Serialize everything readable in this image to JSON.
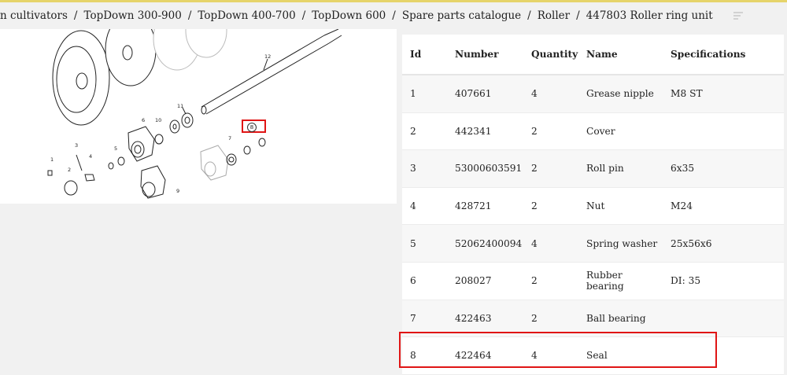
{
  "breadcrumb": [
    "n cultivators",
    "TopDown 300-900",
    "TopDown 400-700",
    "TopDown 600",
    "Spare parts catalogue",
    "Roller",
    "447803 Roller ring unit"
  ],
  "breadcrumb_separator": "/",
  "diagram": {
    "callouts": [
      "1",
      "2",
      "3",
      "4",
      "5",
      "6",
      "7",
      "8",
      "9",
      "10",
      "11",
      "12"
    ],
    "highlighted_callout": "8"
  },
  "table": {
    "headers": [
      "Id",
      "Number",
      "Quantity",
      "Name",
      "Specifications"
    ],
    "rows": [
      {
        "id": "1",
        "number": "407661",
        "quantity": "4",
        "name": "Grease nipple",
        "spec": "M8 ST"
      },
      {
        "id": "2",
        "number": "442341",
        "quantity": "2",
        "name": "Cover",
        "spec": ""
      },
      {
        "id": "3",
        "number": "53000603591",
        "quantity": "2",
        "name": "Roll pin",
        "spec": "6x35"
      },
      {
        "id": "4",
        "number": "428721",
        "quantity": "2",
        "name": "Nut",
        "spec": "M24"
      },
      {
        "id": "5",
        "number": "52062400094",
        "quantity": "4",
        "name": "Spring washer",
        "spec": "25x56x6"
      },
      {
        "id": "6",
        "number": "208027",
        "quantity": "2",
        "name": "Rubber bearing",
        "spec": "DI: 35"
      },
      {
        "id": "7",
        "number": "422463",
        "quantity": "2",
        "name": "Ball bearing",
        "spec": ""
      },
      {
        "id": "8",
        "number": "422464",
        "quantity": "4",
        "name": "Seal",
        "spec": ""
      }
    ],
    "highlighted_row_index": 7
  },
  "colors": {
    "highlight": "#e01515",
    "accent_line": "#e6d46a",
    "background": "#f1f1f1"
  }
}
